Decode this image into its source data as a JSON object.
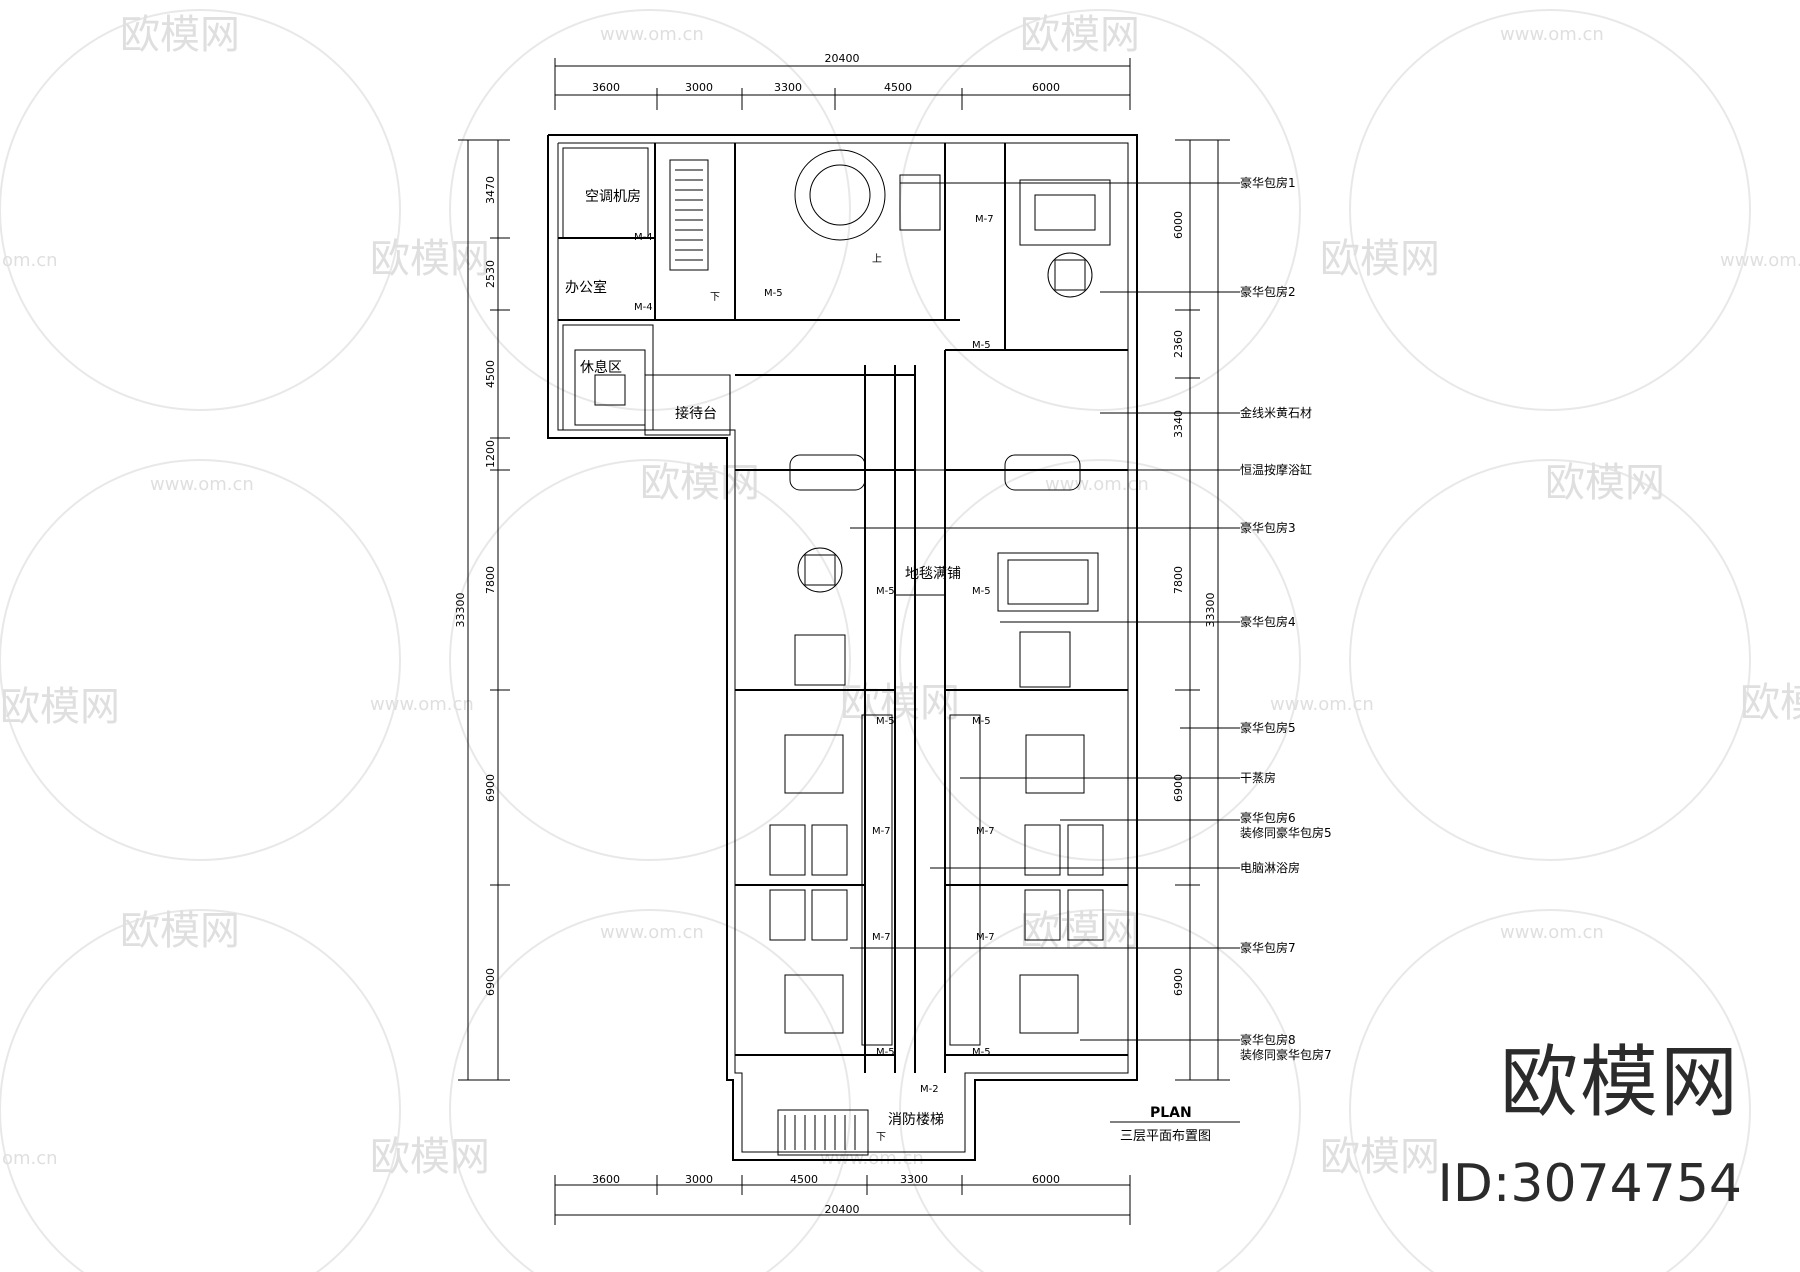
{
  "watermark": {
    "brand": "欧模网",
    "url": "www.om.cn",
    "url_short": "om.cn"
  },
  "brand_logo": "欧模网",
  "model_id": "ID:3074754",
  "plan": {
    "title": "PLAN",
    "subtitle": "三层平面布置图"
  },
  "dimensions": {
    "top_total": "20400",
    "top_segments": [
      "3600",
      "3000",
      "3300",
      "4500",
      "6000"
    ],
    "bottom_segments": [
      "3600",
      "3000",
      "4500",
      "3300",
      "6000"
    ],
    "bottom_total": "20400",
    "left_segments": [
      "3470",
      "2530",
      "4500",
      "1200",
      "7800",
      "6900",
      "6900"
    ],
    "left_total": "33300",
    "right_segments": [
      "6000",
      "2360",
      "3340",
      "7800",
      "6900",
      "6900"
    ],
    "right_total": "33300"
  },
  "rooms": {
    "ac_room": "空调机房",
    "office": "办公室",
    "lounge": "休息区",
    "reception": "接待台",
    "carpet": "地毯满铺",
    "fire_stair": "消防楼梯"
  },
  "door_tags": [
    "M-4",
    "M-4",
    "M-5",
    "M-7",
    "M-5",
    "M-5",
    "M-5",
    "M-5",
    "M-5",
    "M-7",
    "M-7",
    "M-7",
    "M-7",
    "M-5",
    "M-5",
    "M-2"
  ],
  "stair_marks": [
    "上",
    "下"
  ],
  "callouts": [
    "豪华包房1",
    "豪华包房2",
    "金线米黄石材",
    "恒温按摩浴缸",
    "豪华包房3",
    "豪华包房4",
    "豪华包房5",
    "干蒸房",
    "豪华包房6",
    "装修同豪华包房5",
    "电脑淋浴房",
    "豪华包房7",
    "豪华包房8",
    "装修同豪华包房7"
  ],
  "colors": {
    "line": "#000000",
    "watermark": "#dcdcdc",
    "brand": "#2b2b2b"
  }
}
